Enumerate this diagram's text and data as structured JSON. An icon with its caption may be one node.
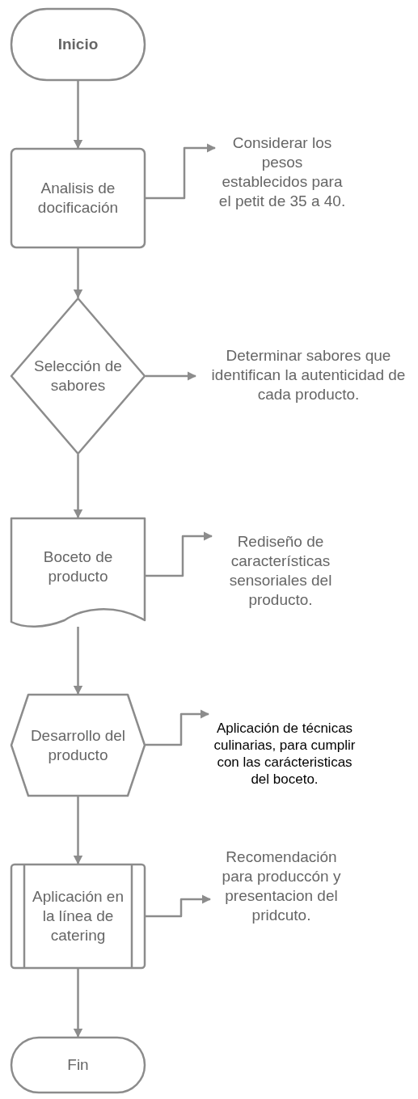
{
  "diagram": {
    "nodes": [
      {
        "text": [
          "Inicio"
        ]
      },
      {
        "text": [
          "Analisis de docificación"
        ]
      },
      {
        "text": [
          "Considerar los pesos establecidos para el petit de 35 a 40."
        ]
      },
      {
        "text": [
          "Selección de sabores"
        ]
      },
      {
        "text": [
          "Determinar sabores que identifican la autenticidad de cada producto."
        ]
      },
      {
        "text": [
          "Boceto de producto"
        ]
      },
      {
        "text": [
          "Rediseño de características sensoriales del producto."
        ]
      },
      {
        "text": [
          "Desarrollo del producto"
        ]
      },
      {
        "text": [
          "Aplicación de técnicas culinarias, para cumplir con las carácteristicas del boceto."
        ]
      },
      {
        "text": [
          "Aplicación en la línea de catering"
        ]
      },
      {
        "text": [
          "Recomendación para produccón y presentacion del pridcuto."
        ]
      },
      {
        "text": [
          "Fin"
        ]
      }
    ],
    "edges": [
      {
        "from": 0,
        "to": 1,
        "arrow": "to"
      },
      {
        "from": 1,
        "to": 2,
        "arrow": "to"
      },
      {
        "from": 1,
        "to": 3,
        "arrow": "to"
      },
      {
        "from": 3,
        "to": 4,
        "arrow": "to"
      },
      {
        "from": 3,
        "to": 5,
        "arrow": "to"
      },
      {
        "from": 5,
        "to": 6,
        "arrow": "to"
      },
      {
        "from": 5,
        "to": 7,
        "arrow": "to"
      },
      {
        "from": 7,
        "to": 8,
        "arrow": "to"
      },
      {
        "from": 7,
        "to": 9,
        "arrow": "to"
      },
      {
        "from": 9,
        "to": 10,
        "arrow": "to"
      },
      {
        "from": 9,
        "to": 11,
        "arrow": "to"
      }
    ]
  }
}
